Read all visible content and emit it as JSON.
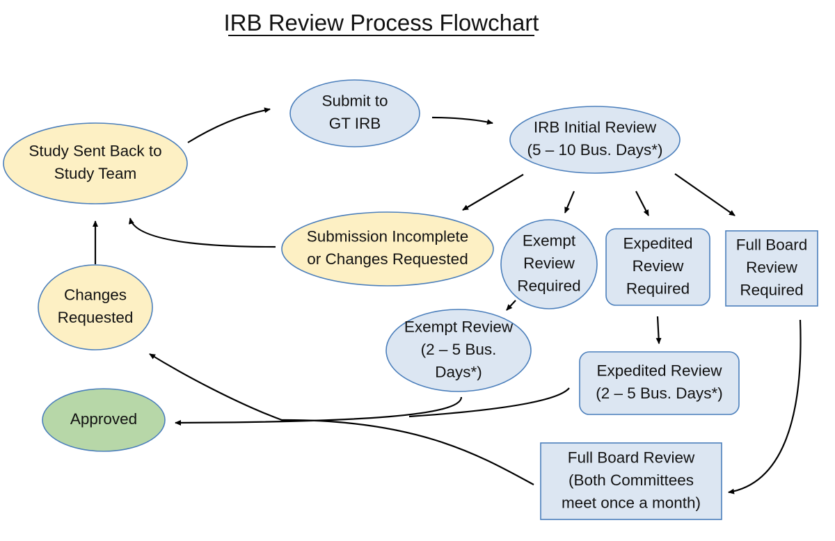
{
  "title": "IRB Review Process Flowchart",
  "colors": {
    "blue_fill": "#dce6f2",
    "blue_stroke": "#4a7ebb",
    "yellow_fill": "#fdf0c4",
    "yellow_stroke": "#4a7ebb",
    "green_fill": "#b7d7a8",
    "green_stroke": "#4a7ebb",
    "arrow": "#000000"
  },
  "nodes": {
    "submit": {
      "shape": "ellipse",
      "color": "blue",
      "lines": [
        "Submit to",
        "GT IRB"
      ]
    },
    "initial_review": {
      "shape": "ellipse",
      "color": "blue",
      "lines": [
        "IRB Initial Review",
        "(5 – 10 Bus. Days*)"
      ]
    },
    "sent_back": {
      "shape": "ellipse",
      "color": "yellow",
      "lines": [
        "Study Sent Back to",
        "Study Team"
      ]
    },
    "incomplete": {
      "shape": "ellipse",
      "color": "yellow",
      "lines": [
        "Submission Incomplete",
        "or Changes Requested"
      ]
    },
    "exempt_required": {
      "shape": "ellipse",
      "color": "blue",
      "lines": [
        "Exempt",
        "Review",
        "Required"
      ]
    },
    "expedited_required": {
      "shape": "rounded-rect",
      "color": "blue",
      "lines": [
        "Expedited",
        "Review",
        "Required"
      ]
    },
    "full_board_required": {
      "shape": "rect",
      "color": "blue",
      "lines": [
        "Full Board",
        "Review",
        "Required"
      ]
    },
    "changes_requested": {
      "shape": "ellipse",
      "color": "yellow",
      "lines": [
        "Changes",
        "Requested"
      ]
    },
    "exempt_review": {
      "shape": "ellipse",
      "color": "blue",
      "lines": [
        "Exempt Review",
        "(2 – 5 Bus.",
        "Days*)"
      ]
    },
    "expedited_review": {
      "shape": "rounded-rect",
      "color": "blue",
      "lines": [
        "Expedited Review",
        "(2 – 5 Bus. Days*)"
      ]
    },
    "approved": {
      "shape": "ellipse",
      "color": "green",
      "lines": [
        "Approved"
      ]
    },
    "full_board_review": {
      "shape": "rect",
      "color": "blue",
      "lines": [
        "Full Board Review",
        "(Both Committees",
        "meet once a month)"
      ]
    }
  },
  "edges": [
    {
      "from": "sent_back",
      "to": "submit"
    },
    {
      "from": "submit",
      "to": "initial_review"
    },
    {
      "from": "initial_review",
      "to": "incomplete"
    },
    {
      "from": "initial_review",
      "to": "exempt_required"
    },
    {
      "from": "initial_review",
      "to": "expedited_required"
    },
    {
      "from": "initial_review",
      "to": "full_board_required"
    },
    {
      "from": "incomplete",
      "to": "sent_back"
    },
    {
      "from": "changes_requested",
      "to": "sent_back"
    },
    {
      "from": "exempt_required",
      "to": "exempt_review"
    },
    {
      "from": "expedited_required",
      "to": "expedited_review"
    },
    {
      "from": "full_board_required",
      "to": "full_board_review"
    },
    {
      "from": "exempt_review",
      "to": "approved"
    },
    {
      "from": "expedited_review",
      "to": "approved"
    },
    {
      "from": "full_board_review",
      "to": "changes_requested"
    }
  ]
}
